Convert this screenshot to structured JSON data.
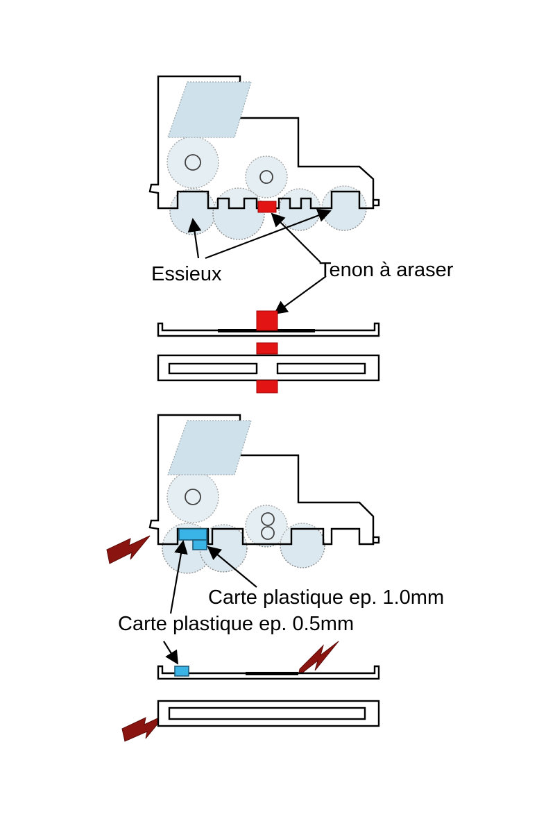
{
  "labels": {
    "essieux": "Essieux",
    "tenon": "Tenon à araser",
    "carte_1mm": "Carte plastique ep. 1.0mm",
    "carte_05mm": "Carte plastique ep. 0.5mm"
  },
  "colors": {
    "tenon": "#e31414",
    "carte_plastique": "#3ab4e6",
    "bolt": "#8a1410",
    "wheel_fill": "#dbe8ef"
  },
  "icons": [
    "lightning-bolt-icon"
  ]
}
